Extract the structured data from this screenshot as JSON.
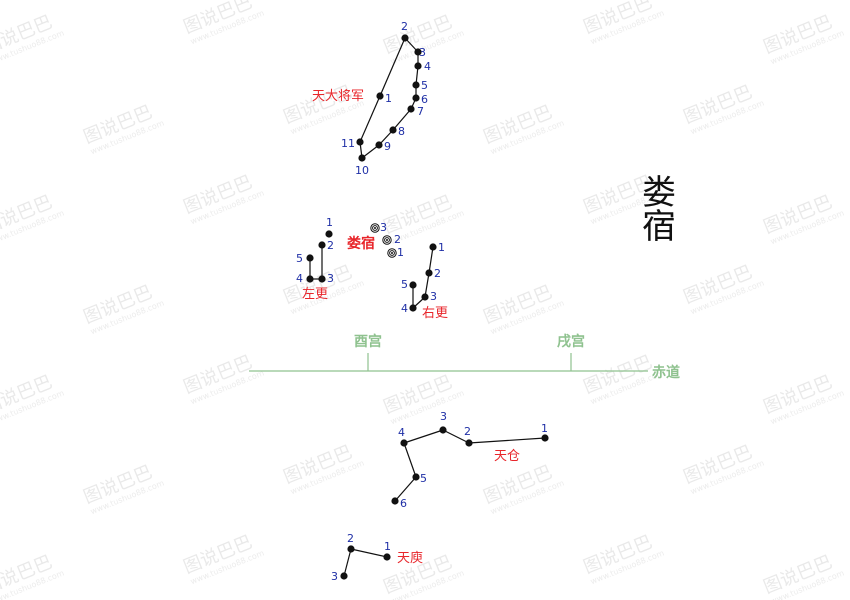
{
  "title": "娄宿",
  "watermark": {
    "text": "图说巴巴",
    "url": "www.tushuo88.com"
  },
  "ecliptic": {
    "label": "赤道",
    "palaces": [
      {
        "id": "you",
        "label": "酉宫"
      },
      {
        "id": "xu",
        "label": "戌宫"
      }
    ]
  },
  "constellations": [
    {
      "id": "tian-da-jiang-jun",
      "name": "天大将军",
      "stars": [
        "1",
        "2",
        "3",
        "4",
        "5",
        "6",
        "7",
        "8",
        "9",
        "10",
        "11"
      ]
    },
    {
      "id": "lou-su",
      "name": "娄宿",
      "stars": [
        "1",
        "2",
        "3"
      ]
    },
    {
      "id": "zuo-geng",
      "name": "左更",
      "stars": [
        "1",
        "2",
        "3",
        "4",
        "5"
      ]
    },
    {
      "id": "you-geng",
      "name": "右更",
      "stars": [
        "1",
        "2",
        "3",
        "4",
        "5"
      ]
    },
    {
      "id": "tian-cang",
      "name": "天仓",
      "stars": [
        "1",
        "2",
        "3",
        "4",
        "5",
        "6"
      ]
    },
    {
      "id": "tian-yu",
      "name": "天庾",
      "stars": [
        "1",
        "2",
        "3"
      ]
    }
  ],
  "colors": {
    "star": "#111111",
    "line": "#111111",
    "name": "#e8262b",
    "number": "#1f2fa6",
    "ecliptic": "#8fc28f"
  }
}
